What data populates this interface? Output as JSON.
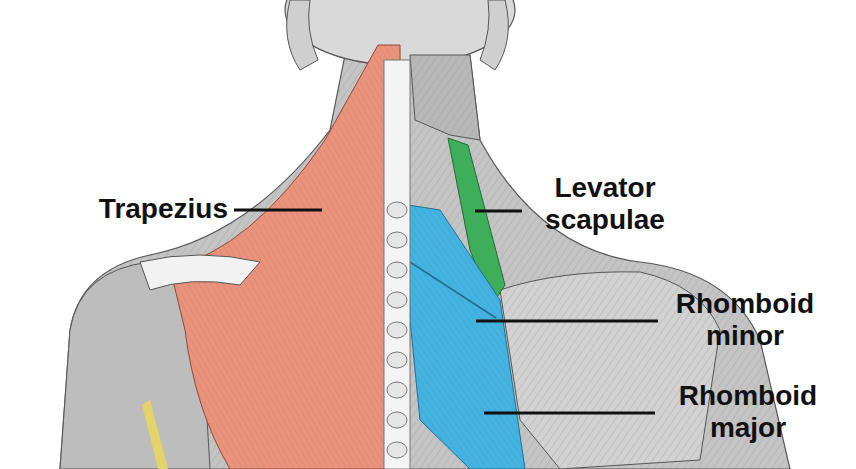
{
  "diagram": {
    "labels": [
      "Trapezius",
      "Levator scapulae",
      "Rhomboid minor",
      "Rhomboid major"
    ]
  }
}
